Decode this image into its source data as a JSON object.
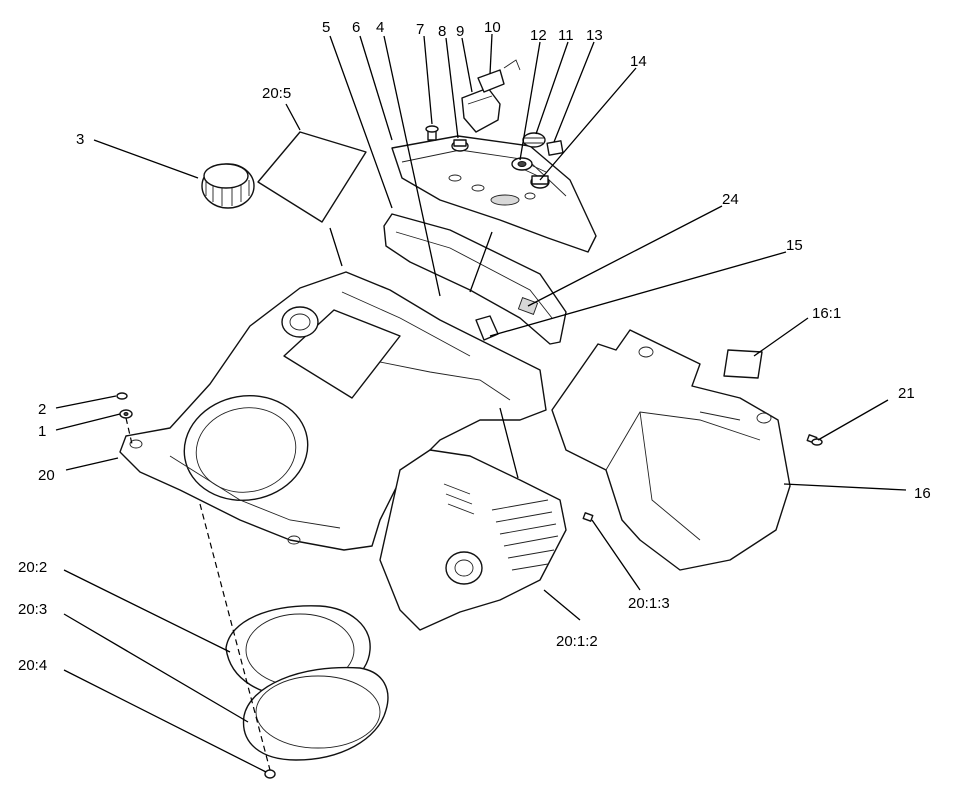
{
  "callouts": [
    {
      "id": "c3",
      "text": "3"
    },
    {
      "id": "c20_5",
      "text": "20:5"
    },
    {
      "id": "c5",
      "text": "5"
    },
    {
      "id": "c6",
      "text": "6"
    },
    {
      "id": "c4",
      "text": "4"
    },
    {
      "id": "c7",
      "text": "7"
    },
    {
      "id": "c8",
      "text": "8"
    },
    {
      "id": "c9",
      "text": "9"
    },
    {
      "id": "c10",
      "text": "10"
    },
    {
      "id": "c12",
      "text": "12"
    },
    {
      "id": "c11",
      "text": "11"
    },
    {
      "id": "c13",
      "text": "13"
    },
    {
      "id": "c14",
      "text": "14"
    },
    {
      "id": "c24",
      "text": "24"
    },
    {
      "id": "c15",
      "text": "15"
    },
    {
      "id": "c16_1",
      "text": "16:1"
    },
    {
      "id": "c21",
      "text": "21"
    },
    {
      "id": "c16",
      "text": "16"
    },
    {
      "id": "c2",
      "text": "2"
    },
    {
      "id": "c1",
      "text": "1"
    },
    {
      "id": "c20",
      "text": "20"
    },
    {
      "id": "c20_1_3",
      "text": "20:1:3"
    },
    {
      "id": "c20_1_2",
      "text": "20:1:2"
    },
    {
      "id": "c20_2",
      "text": "20:2"
    },
    {
      "id": "c20_3",
      "text": "20:3"
    },
    {
      "id": "c20_4",
      "text": "20:4"
    }
  ]
}
